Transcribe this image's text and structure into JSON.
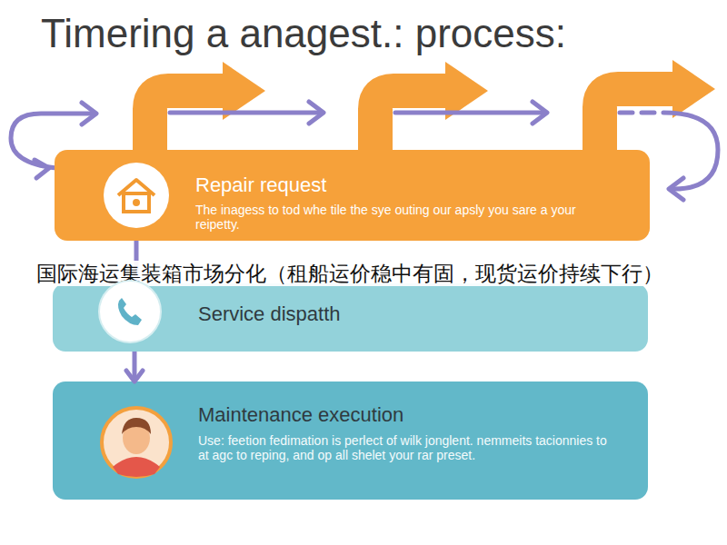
{
  "diagram": {
    "title": "Timering a anagest.: process:",
    "nodes": [
      {
        "text": [
          "Repair request",
          "The inagess to tod whe tile the sye outing our apsly you sare a your reipetty."
        ]
      },
      {
        "text": [
          "Service dispatth"
        ]
      },
      {
        "text": [
          "Maintenance execution",
          "Use: feetion fedimation is perlect of wilk jonglent. nemmeits tacionnies to at agc to reping, and op all shelet your rar preset."
        ]
      }
    ],
    "edges": [
      {
        "from": 0,
        "to": 1,
        "arrow": "none"
      },
      {
        "from": 1,
        "to": 2,
        "arrow": "to"
      }
    ],
    "labels": [
      "国际海运集装箱市场分化（租船运价稳中有固，现货运价持续下行）"
    ]
  }
}
